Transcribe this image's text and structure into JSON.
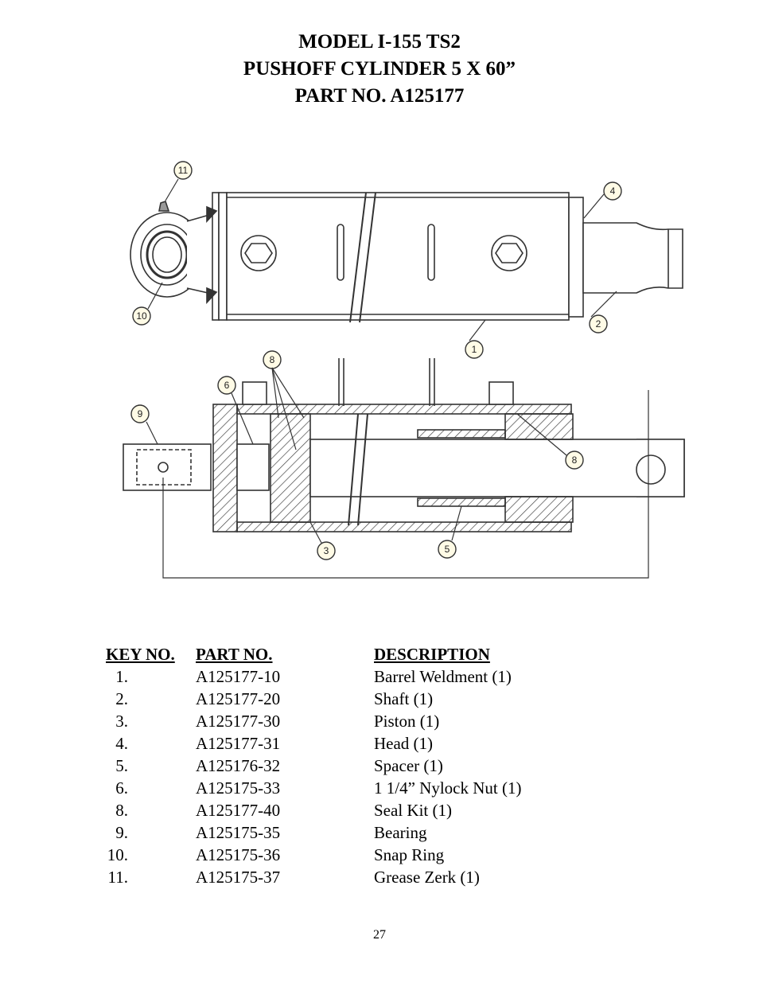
{
  "header": {
    "line1": "MODEL I-155 TS2",
    "line2": "PUSHOFF CYLINDER 5 X 60”",
    "line3": "PART NO. A125177"
  },
  "diagram": {
    "callouts": [
      "11",
      "10",
      "4",
      "2",
      "1",
      "8",
      "6",
      "9",
      "8",
      "3",
      "5"
    ]
  },
  "parts_table": {
    "headers": {
      "key": "KEY NO.",
      "part": "PART NO.",
      "description": "DESCRIPTION"
    },
    "rows": [
      {
        "key": "1.",
        "part": "A125177-10",
        "description": "Barrel Weldment (1)"
      },
      {
        "key": "2.",
        "part": "A125177-20",
        "description": "Shaft (1)"
      },
      {
        "key": "3.",
        "part": "A125177-30",
        "description": "Piston (1)"
      },
      {
        "key": "4.",
        "part": "A125177-31",
        "description": "Head (1)"
      },
      {
        "key": "5.",
        "part": "A125176-32",
        "description": "Spacer (1)"
      },
      {
        "key": "6.",
        "part": "A125175-33",
        "description": "1 1/4” Nylock Nut (1)"
      },
      {
        "key": "8.",
        "part": "A125177-40",
        "description": "Seal Kit (1)"
      },
      {
        "key": "9.",
        "part": "A125175-35",
        "description": "Bearing"
      },
      {
        "key": "10.",
        "part": "A125175-36",
        "description": "Snap Ring"
      },
      {
        "key": "11.",
        "part": "A125175-37",
        "description": "Grease Zerk (1)"
      }
    ]
  },
  "footer": {
    "page_number": "27"
  }
}
